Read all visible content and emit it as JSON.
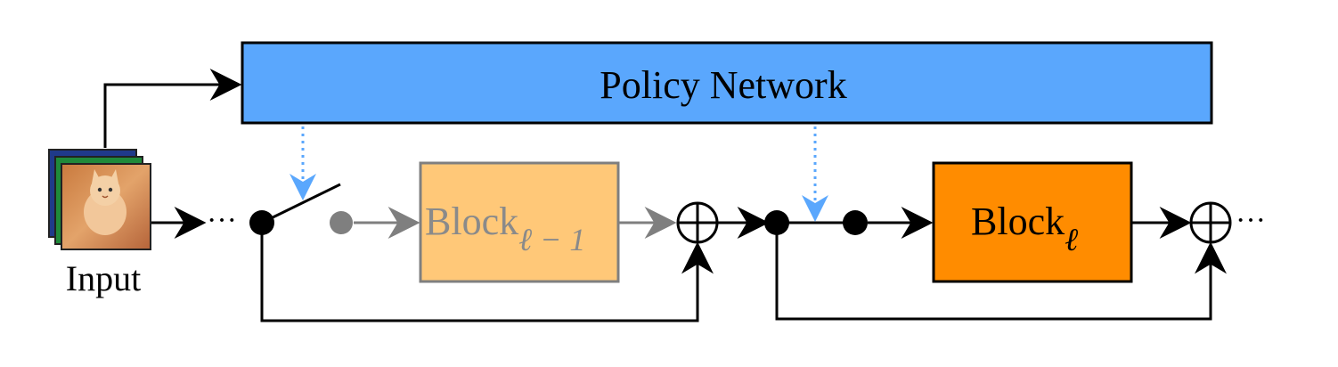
{
  "policy": {
    "label": "Policy Network",
    "fill": "#5aa7fd"
  },
  "input": {
    "label": "Input"
  },
  "block_prev": {
    "label": "Block",
    "subscript": "ℓ − 1",
    "fill": "#ffc878"
  },
  "block_curr": {
    "label": "Block",
    "subscript": "ℓ",
    "fill": "#ff8c00"
  },
  "ellipsis": "···",
  "colors": {
    "line": "#000000",
    "faded": "#7f7f7f",
    "policy_signal": "#5aa7fd"
  }
}
